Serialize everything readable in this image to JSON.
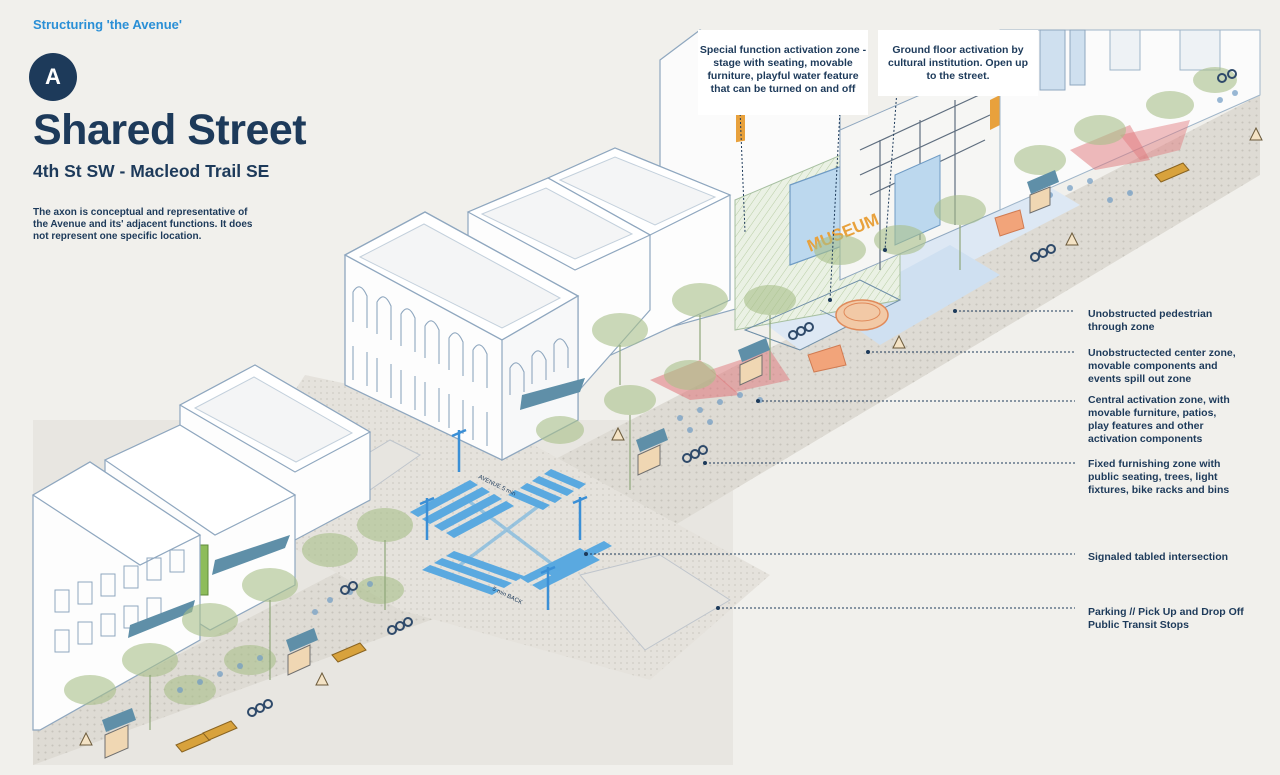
{
  "header": {
    "kicker": "Structuring 'the Avenue'",
    "badge": "A",
    "title": "Shared Street",
    "subtitle": "4th St SW - Macleod Trail SE",
    "intro": "The axon is conceptual and representative of the Avenue and its' adjacent functions. It does not represent one specific location."
  },
  "callouts": [
    {
      "id": "stage",
      "text": "Special function activation zone - stage with seating, movable furniture, playful water feature that can be turned on and off"
    },
    {
      "id": "ground-floor",
      "text": "Ground floor activation by cultural institution. Open up to the street."
    }
  ],
  "legend": [
    {
      "id": "pedestrian",
      "text": "Unobstructed pedestrian through zone"
    },
    {
      "id": "center",
      "text": "Unobstructected center zone, movable components and events spill out zone"
    },
    {
      "id": "central-activation",
      "text": "Central activation zone, with movable furniture, patios, play features and other activation components"
    },
    {
      "id": "furnishing",
      "text": "Fixed furnishing zone with public seating, trees, light fixtures, bike racks and bins"
    },
    {
      "id": "intersection",
      "text": "Signaled tabled intersection"
    },
    {
      "id": "parking",
      "text": "Parking // Pick Up and Drop Off Public Transit Stops"
    }
  ],
  "illustration": {
    "building_sign": "MUSEUM",
    "street_signs": [
      "AVENUE 5 min",
      "5 min BACK"
    ]
  },
  "colors": {
    "navy": "#1d3a5a",
    "accent_blue": "#2a8fd6",
    "crosswalk_blue": "#5aa9e0",
    "museum_orange": "#e8a13c",
    "shade_sail_red": "#e0757a",
    "tree_green": "#a9c08a",
    "bench_gold": "#d8a23c"
  }
}
